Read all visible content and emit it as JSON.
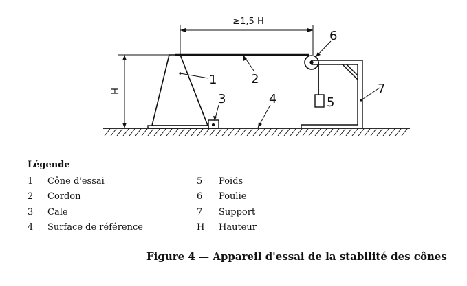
{
  "diagram": {
    "dimension_width": "≥1,5 H",
    "dimension_height": "H",
    "callouts": [
      "1",
      "2",
      "3",
      "4",
      "5",
      "6",
      "7"
    ]
  },
  "legend": {
    "title": "Légende",
    "items": [
      {
        "key": "1",
        "label": "Cône d'essai"
      },
      {
        "key": "2",
        "label": "Cordon"
      },
      {
        "key": "3",
        "label": "Cale"
      },
      {
        "key": "4",
        "label": "Surface de référence"
      },
      {
        "key": "5",
        "label": "Poids"
      },
      {
        "key": "6",
        "label": "Poulie"
      },
      {
        "key": "7",
        "label": "Support"
      },
      {
        "key": "H",
        "label": "Hauteur"
      }
    ]
  },
  "caption": "Figure 4 — Appareil d'essai de la stabilité des cônes"
}
